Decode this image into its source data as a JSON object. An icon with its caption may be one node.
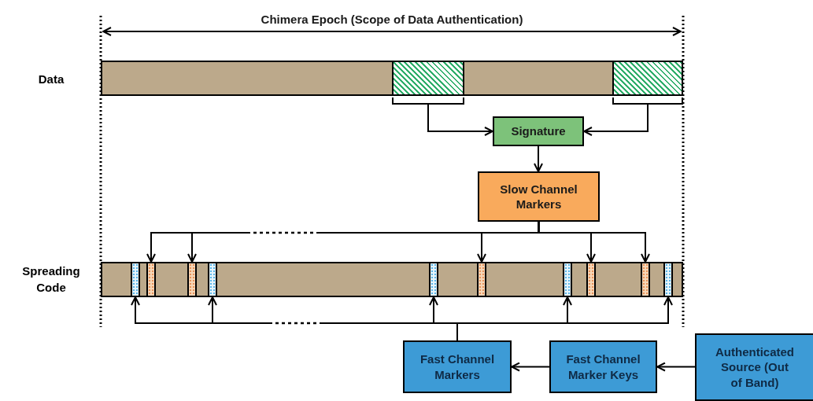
{
  "diagram": {
    "nodes": [
      {
        "text": [],
        "shape": "bar",
        "beside": [
          "Data"
        ]
      },
      {
        "text": [],
        "shape": "bar",
        "in": 0
      },
      {
        "text": [],
        "shape": "bar",
        "in": 0
      },
      {
        "text": [
          "Signature"
        ]
      },
      {
        "text": [
          "Slow Channel Markers"
        ]
      },
      {
        "text": [],
        "shape": "bar",
        "beside": [
          "Spreading Code"
        ]
      },
      {
        "text": [],
        "shape": "bar",
        "in": 5
      },
      {
        "text": [],
        "shape": "bar",
        "in": 5
      },
      {
        "text": [],
        "shape": "bar",
        "in": 5
      },
      {
        "text": [],
        "shape": "bar",
        "in": 5
      },
      {
        "text": [],
        "shape": "bar",
        "in": 5
      },
      {
        "text": [],
        "shape": "bar",
        "in": 5
      },
      {
        "text": [],
        "shape": "bar",
        "in": 5
      },
      {
        "text": [],
        "shape": "bar",
        "in": 5
      },
      {
        "text": [],
        "shape": "bar",
        "in": 5
      },
      {
        "text": [],
        "shape": "bar",
        "in": 5
      },
      {
        "text": [
          "Fast Channel Markers"
        ]
      },
      {
        "text": [
          "Fast Channel Marker Keys"
        ]
      },
      {
        "text": [
          "Authenticated Source (Out of Band)"
        ]
      }
    ],
    "edges": [
      {
        "from": 1,
        "to": 3,
        "arrow": "to"
      },
      {
        "from": 2,
        "to": 3,
        "arrow": "to"
      },
      {
        "from": 3,
        "to": 4,
        "arrow": "to"
      },
      {
        "from": 4,
        "to": 7,
        "arrow": "to"
      },
      {
        "from": 4,
        "to": 8,
        "arrow": "to"
      },
      {
        "from": 4,
        "to": 11,
        "arrow": "to"
      },
      {
        "from": 4,
        "to": 13,
        "arrow": "to"
      },
      {
        "from": 4,
        "to": 14,
        "arrow": "to"
      },
      {
        "from": 16,
        "to": 6,
        "arrow": "to"
      },
      {
        "from": 16,
        "to": 9,
        "arrow": "to"
      },
      {
        "from": 16,
        "to": 10,
        "arrow": "to"
      },
      {
        "from": 16,
        "to": 12,
        "arrow": "to"
      },
      {
        "from": 16,
        "to": 15,
        "arrow": "to"
      },
      {
        "from": 17,
        "to": 16,
        "arrow": "to"
      },
      {
        "from": 18,
        "to": 17,
        "arrow": "to"
      }
    ],
    "labels": [
      "Chimera Epoch (Scope of Data Authentication)"
    ]
  }
}
